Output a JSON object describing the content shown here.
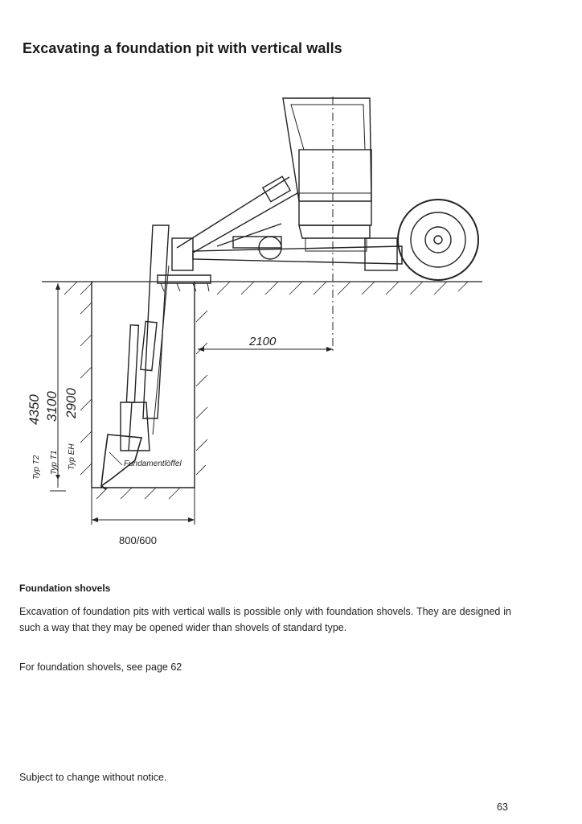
{
  "page": {
    "title": "Excavating a foundation pit with vertical walls",
    "page_number": "63",
    "footer_note": "Subject to change without notice."
  },
  "drawing": {
    "dim_horizontal_reach": "2100",
    "dim_depth_1": "4350",
    "dim_depth_2": "3100",
    "dim_depth_3": "2900",
    "type_1": "Typ T2",
    "type_2": "Typ T1",
    "type_3": "Typ EH",
    "width_label": "800/600",
    "shovel_label": "Fundamentlöffel"
  },
  "section": {
    "heading": "Foundation shovels",
    "paragraph": "Excavation of foundation pits with vertical walls is possible only with foundation shovels. They are designed in such a way that they may be opened wider than shovels of standard type.",
    "reference": "For foundation shovels, see page 62"
  }
}
